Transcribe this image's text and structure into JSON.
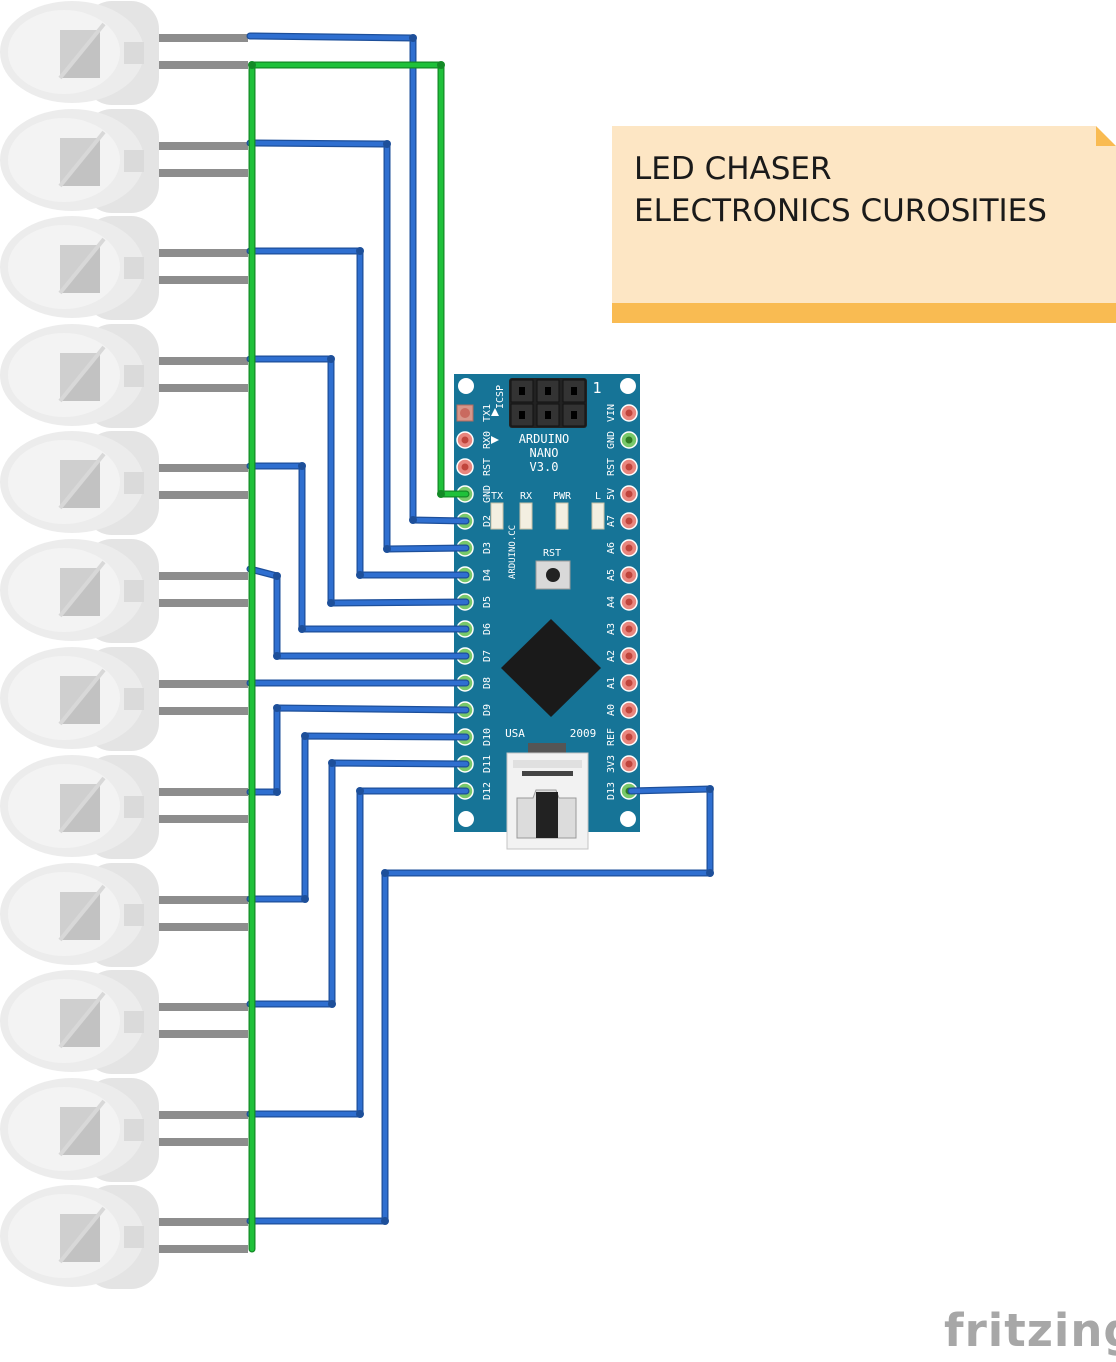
{
  "note": {
    "line1": "LED CHASER",
    "line2": "ELECTRONICS CUROSITIES"
  },
  "board": {
    "name_lines": [
      "ARDUINO",
      "NANO",
      "V3.0"
    ],
    "icsp": "ICSP",
    "icsp_pin1": "1",
    "site": "ARDUINO.CC",
    "leds": [
      "TX",
      "RX",
      "PWR",
      "L"
    ],
    "rst": "RST",
    "usa": "USA",
    "year": "2009",
    "left_pins": [
      "TX1",
      "RX0",
      "RST",
      "GND",
      "D2",
      "D3",
      "D4",
      "D5",
      "D6",
      "D7",
      "D8",
      "D9",
      "D10",
      "D11",
      "D12"
    ],
    "right_pins": [
      "VIN",
      "GND",
      "RST",
      "5V",
      "A7",
      "A6",
      "A5",
      "A4",
      "A3",
      "A2",
      "A1",
      "A0",
      "REF",
      "3V3",
      "D13"
    ]
  },
  "leds": {
    "count": 12
  },
  "colors": {
    "signal_wire": "#2f6fd0",
    "ground_wire": "#1fc13a",
    "pcb": "#167497",
    "note": "#fde6c4",
    "note_bar": "#f9bb52"
  },
  "brand": "fritzing"
}
